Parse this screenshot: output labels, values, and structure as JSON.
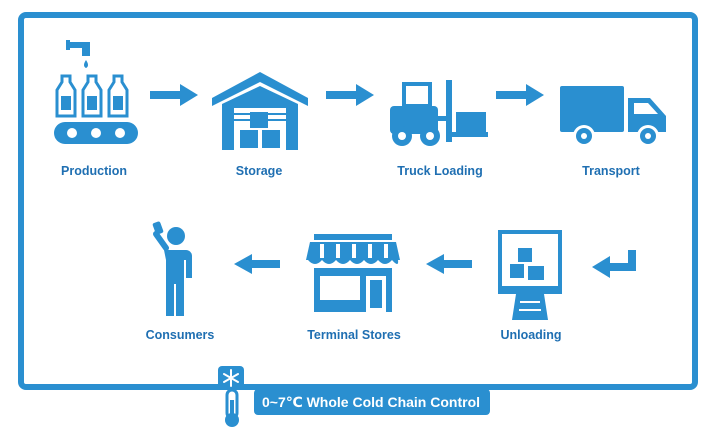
{
  "colors": {
    "accent": "#2a8fd0",
    "label": "#1f6fb2",
    "background": "#ffffff"
  },
  "steps": [
    {
      "label": "Production",
      "icon": "bottle-production-line-icon"
    },
    {
      "label": "Storage",
      "icon": "warehouse-icon"
    },
    {
      "label": "Truck Loading",
      "icon": "forklift-icon"
    },
    {
      "label": "Transport",
      "icon": "delivery-truck-icon"
    },
    {
      "label": "Unloading",
      "icon": "unloading-dock-icon"
    },
    {
      "label": "Terminal Stores",
      "icon": "storefront-icon"
    },
    {
      "label": "Consumers",
      "icon": "person-drinking-icon"
    }
  ],
  "flow_arrows": [
    "arrow-right",
    "arrow-right",
    "arrow-right",
    "return-arrow-left",
    "arrow-left",
    "arrow-left"
  ],
  "banner": {
    "text": "0~7℃ Whole Cold Chain Control",
    "icon": "thermometer-snowflake-icon"
  }
}
